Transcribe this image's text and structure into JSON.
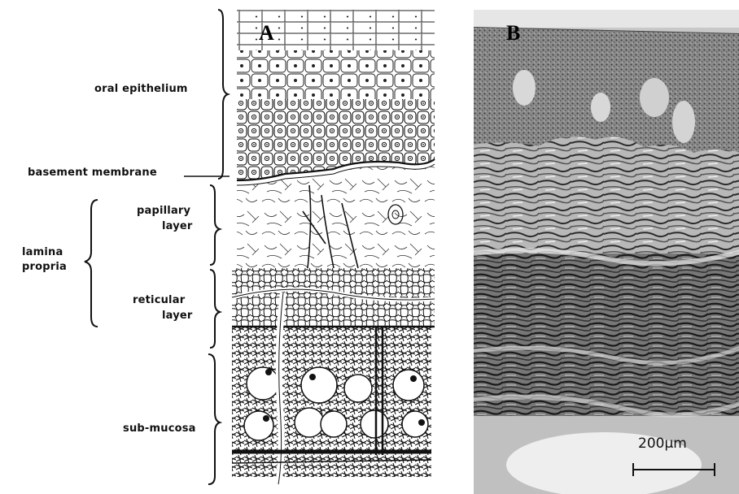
{
  "panels": {
    "a_label": "A",
    "b_label": "B"
  },
  "labels": {
    "oral_epithelium": "oral epithelium",
    "basement_membrane": "basement membrane",
    "papillary_line1": "papillary",
    "papillary_line2": "layer",
    "lamina_line1": "lamina",
    "lamina_line2": "propria",
    "reticular_line1": "reticular",
    "reticular_line2": "layer",
    "submucosa": "sub-mucosa"
  },
  "scale_bar": {
    "text": "200µm"
  }
}
